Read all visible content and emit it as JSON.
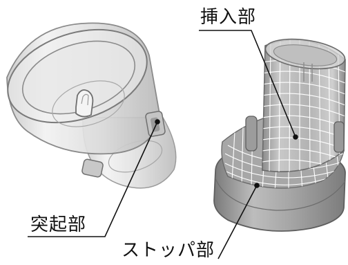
{
  "labels": {
    "insertion": "挿入部",
    "protrusion": "突起部",
    "stopper": "ストッパ部"
  },
  "colors": {
    "leader": "#111111",
    "grid": "#ffffff",
    "clear_part": "#d9d9d9",
    "shaded_part": "#a9a9a9"
  }
}
